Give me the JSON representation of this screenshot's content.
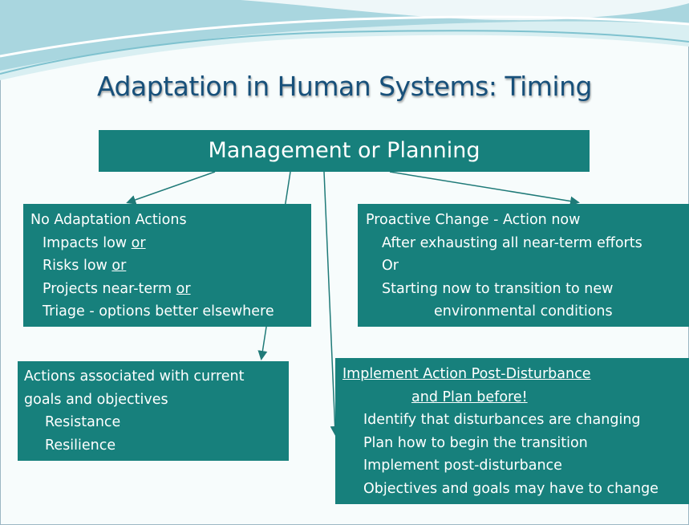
{
  "slide": {
    "title": "Adaptation in Human Systems: Timing",
    "header": "Management or Planning",
    "colors": {
      "box": "#17807c",
      "title": "#17507a",
      "connector": "#1f7a78"
    }
  },
  "boxes": {
    "no_action": {
      "heading": "No Adaptation Actions",
      "items": [
        {
          "text": "Impacts low ",
          "connector": "or"
        },
        {
          "text": "Risks low ",
          "connector": "or"
        },
        {
          "text": "Projects near-term ",
          "connector": "or"
        },
        {
          "text": "Triage - options better elsewhere",
          "connector": ""
        }
      ]
    },
    "proactive": {
      "heading": "Proactive Change  - Action now",
      "lines": [
        "After exhausting all near-term efforts",
        "Or",
        "Starting now to transition to new",
        "environmental conditions"
      ]
    },
    "current_goals": {
      "lines": [
        "Actions associated with current",
        "goals and objectives",
        "Resistance",
        "Resilience"
      ]
    },
    "post_disturbance": {
      "heading_line1": "Implement Action Post-Disturbance",
      "heading_line2": "and Plan before!",
      "items": [
        "Identify that disturbances are changing",
        "Plan how to begin the transition",
        "Implement post-disturbance",
        "Objectives and goals may have to change"
      ]
    }
  }
}
